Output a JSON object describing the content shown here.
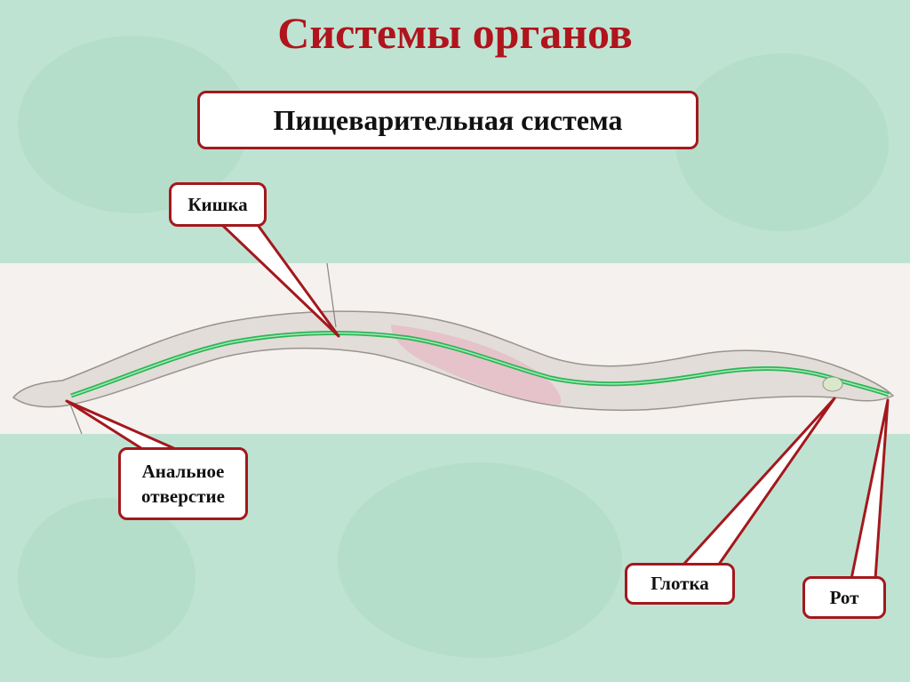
{
  "title": "Системы органов",
  "subtitle": "Пищеварительная система",
  "labels": {
    "intestine": "Кишка",
    "anus_line1": "Анальное",
    "anus_line2": "отверстие",
    "pharynx": "Глотка",
    "mouth": "Рот"
  },
  "colors": {
    "accent": "#b0141d",
    "border": "#a3181d",
    "background": "#bfe3d2",
    "gut": "#2bb656"
  }
}
